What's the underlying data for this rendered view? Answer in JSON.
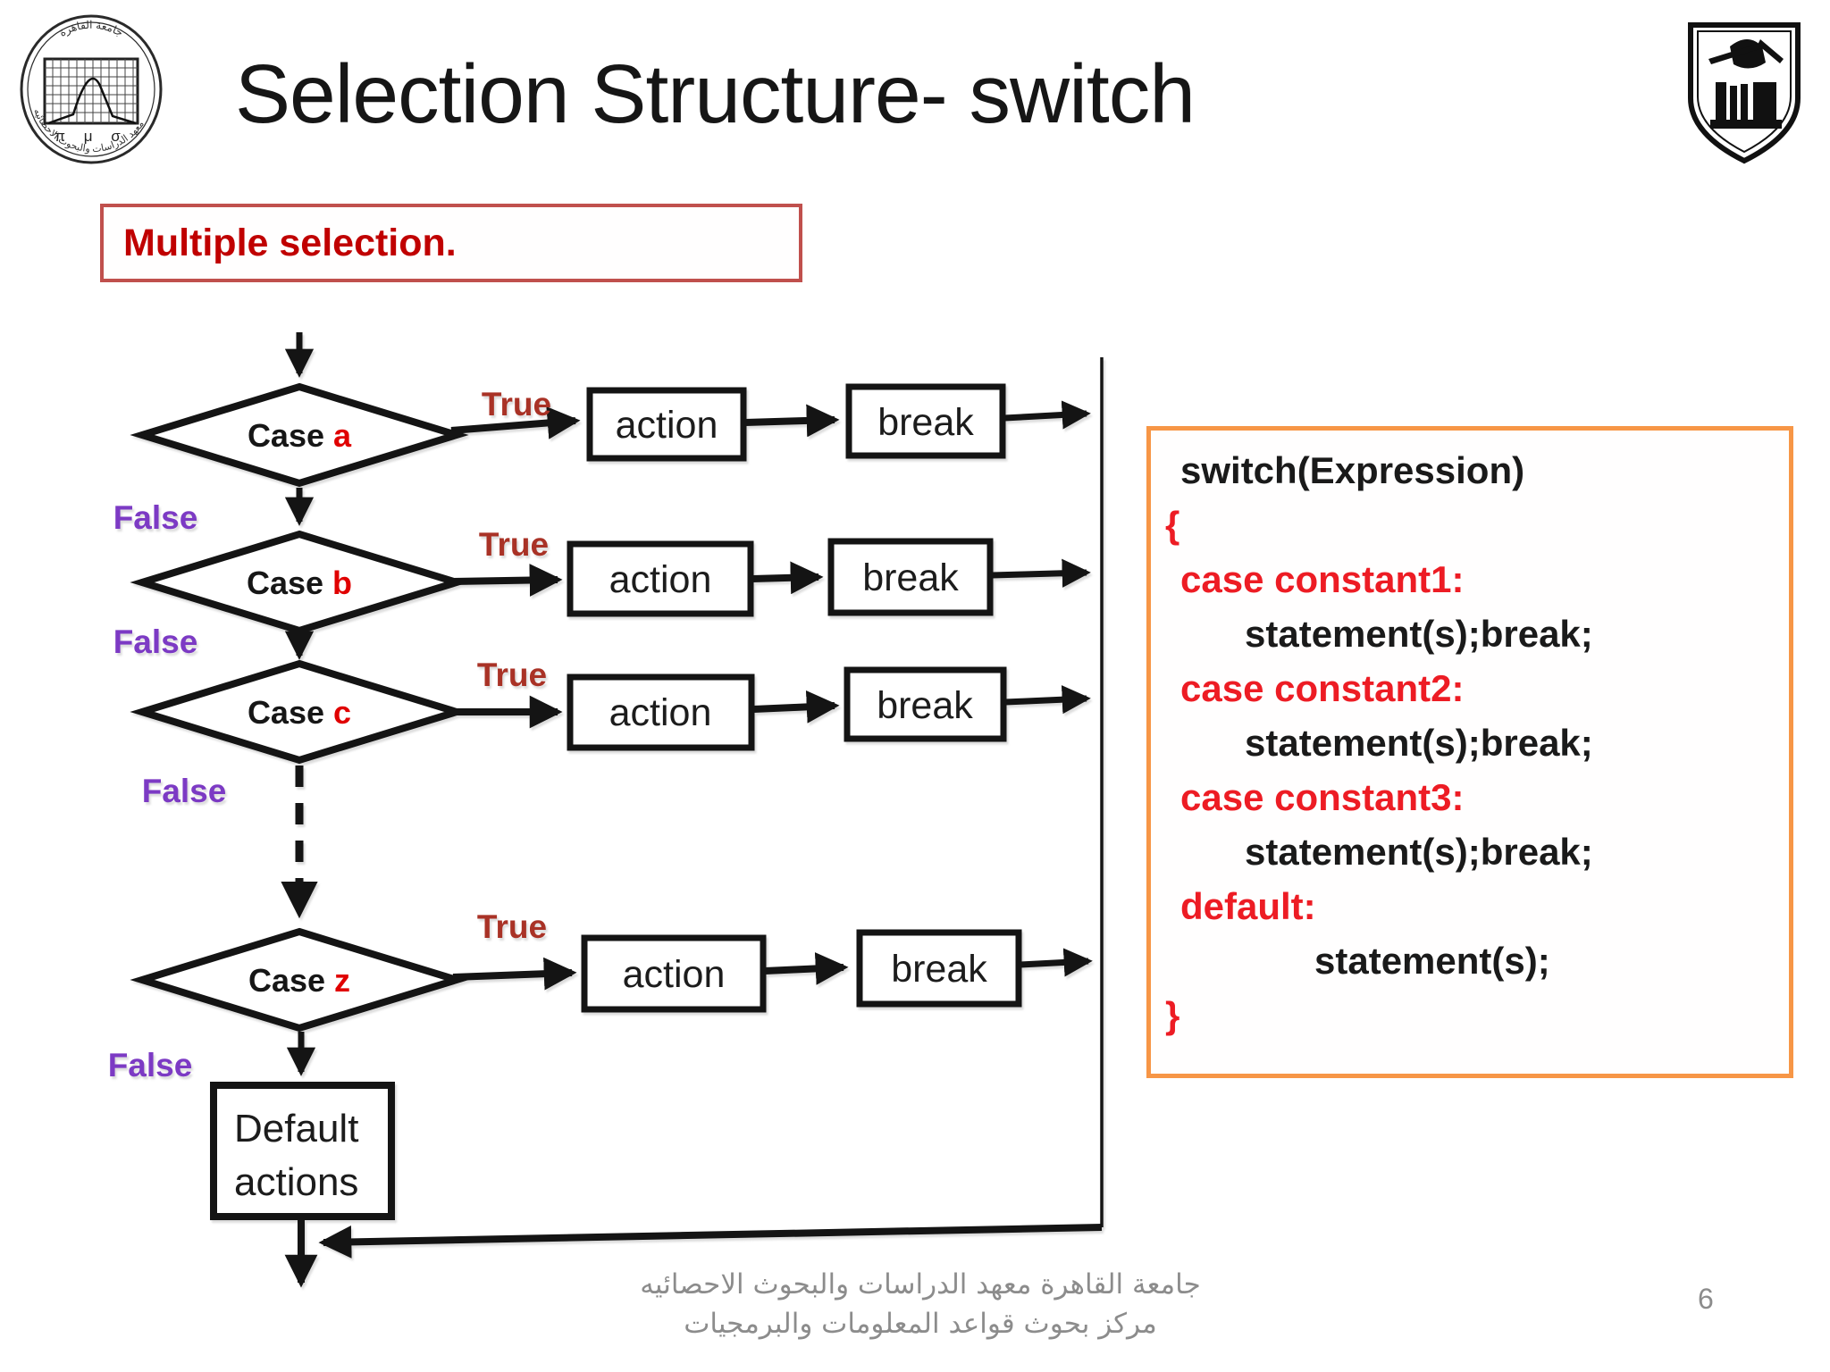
{
  "slide": {
    "title": "Selection Structure- switch",
    "callout": "Multiple selection.",
    "page_number": "6",
    "footer_line1": "جامعة القاهرة معهد الدراسات والبحوث الاحصائيه",
    "footer_line2": "مركز بحوث قواعد المعلومات والبرمجيات"
  },
  "logos": {
    "left": "statistical-studies-institute-emblem",
    "left_top_text": "جامعة القاهرة",
    "left_rim_text": "معهد الدراسات والبحوث الاحصائيه",
    "left_symbols": "π μ σ",
    "right": "cairo-university-shield"
  },
  "colors": {
    "true_label": "#A93226",
    "false_label": "#7C3AC4",
    "case_letter": "#E00000",
    "code_red": "#ED1C24",
    "code_box_border": "#F79646",
    "callout_border": "#C0504D",
    "callout_text": "#C00000",
    "footer_text": "#8C8C8C",
    "stroke": "#141414"
  },
  "flow": {
    "case_prefix": "Case ",
    "true_label": "True",
    "false_label": "False",
    "action_label": "action",
    "break_label": "break",
    "default_line1": "Default",
    "default_line2": "actions",
    "cases": [
      {
        "letter": "a"
      },
      {
        "letter": "b"
      },
      {
        "letter": "c"
      },
      {
        "letter": "z"
      }
    ]
  },
  "code": {
    "lines": [
      {
        "text": "switch(Expression)",
        "color": "black",
        "indent": 1
      },
      {
        "text": "{",
        "color": "red",
        "indent": 0
      },
      {
        "text": "case constant1:",
        "color": "red",
        "indent": 1
      },
      {
        "text": "statement(s);break;",
        "color": "black",
        "indent": 2
      },
      {
        "text": "case constant2:",
        "color": "red",
        "indent": 1
      },
      {
        "text": "statement(s);break;",
        "color": "black",
        "indent": 2
      },
      {
        "text": "case constant3:",
        "color": "red",
        "indent": 1
      },
      {
        "text": "statement(s);break;",
        "color": "black",
        "indent": 2
      },
      {
        "text": "default:",
        "color": "red",
        "indent": 1
      },
      {
        "text": "statement(s);",
        "color": "black",
        "indent": 3
      },
      {
        "text": "}",
        "color": "red",
        "indent": 0
      }
    ]
  }
}
